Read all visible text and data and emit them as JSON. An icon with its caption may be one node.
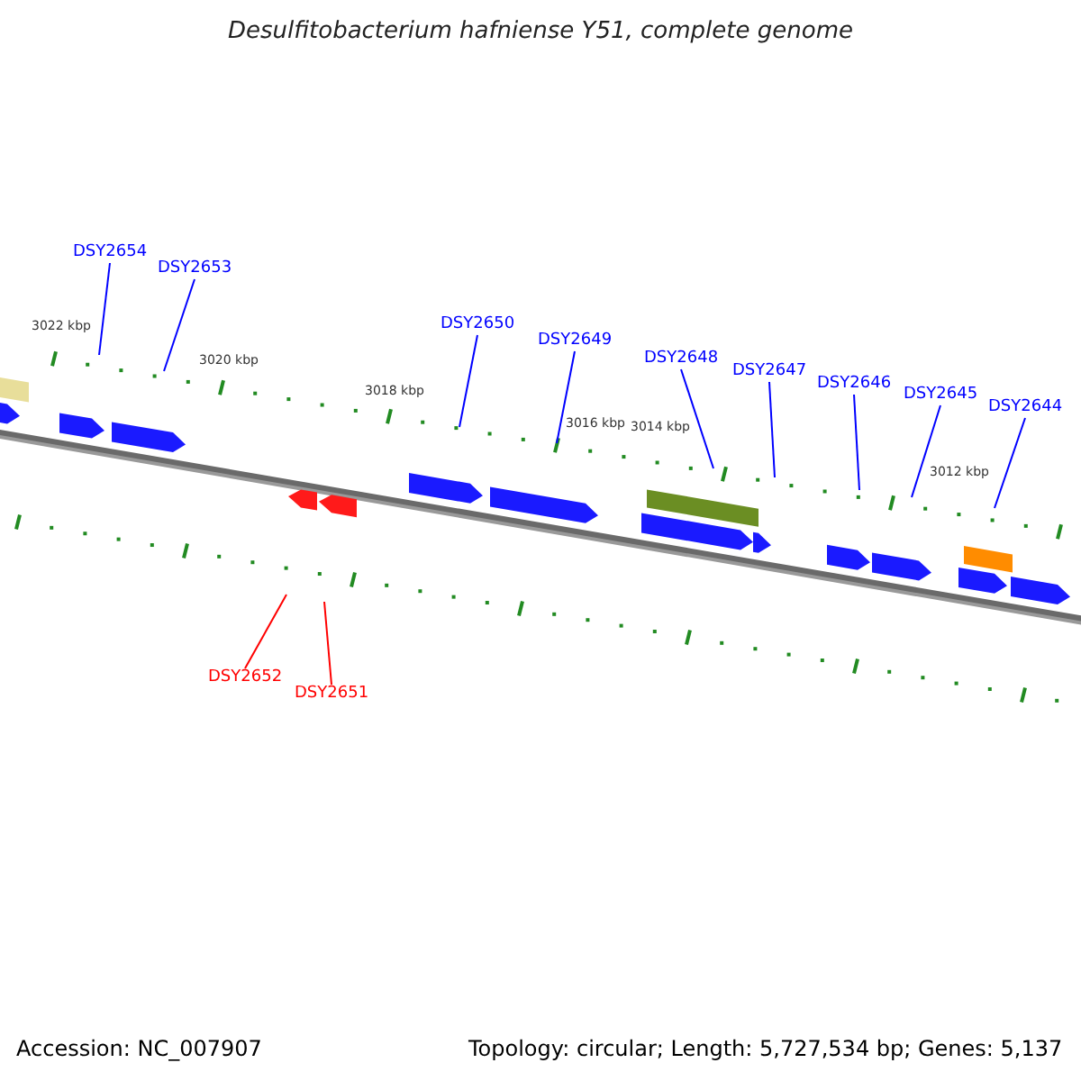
{
  "diagram": {
    "title": "Desulfitobacterium hafniense Y51, complete genome",
    "nodes": [
      {
        "text": [
          "DSY2654"
        ]
      },
      {
        "text": [
          "DSY2653"
        ]
      },
      {
        "text": [
          "DSY2650"
        ]
      },
      {
        "text": [
          "DSY2649"
        ]
      },
      {
        "text": [
          "DSY2648"
        ]
      },
      {
        "text": [
          "DSY2647"
        ]
      },
      {
        "text": [
          "DSY2646"
        ]
      },
      {
        "text": [
          "DSY2645"
        ]
      },
      {
        "text": [
          "DSY2644"
        ]
      },
      {
        "text": [
          "DSY2652"
        ]
      },
      {
        "text": [
          "DSY2651"
        ]
      }
    ],
    "edges": [
      {
        "from": 0,
        "to": null,
        "arrow": "none"
      },
      {
        "from": 1,
        "to": null,
        "arrow": "none"
      },
      {
        "from": 2,
        "to": null,
        "arrow": "none"
      },
      {
        "from": 3,
        "to": null,
        "arrow": "none"
      },
      {
        "from": 4,
        "to": null,
        "arrow": "none"
      },
      {
        "from": 5,
        "to": null,
        "arrow": "none"
      },
      {
        "from": 6,
        "to": null,
        "arrow": "none"
      },
      {
        "from": 7,
        "to": null,
        "arrow": "none"
      },
      {
        "from": 8,
        "to": null,
        "arrow": "none"
      },
      {
        "from": 9,
        "to": null,
        "arrow": "none",
        "color": "#ff0000"
      },
      {
        "from": 10,
        "to": null,
        "arrow": "none",
        "color": "#ff0000"
      }
    ],
    "labels": [
      "3022 kbp",
      "3020 kbp",
      "3018 kbp",
      "3016 kbp",
      "3014 kbp",
      "3012 kbp",
      "Accession: NC_007907",
      "Topology: circular; Length: 5,727,534 bp; Genes: 5,137"
    ]
  }
}
